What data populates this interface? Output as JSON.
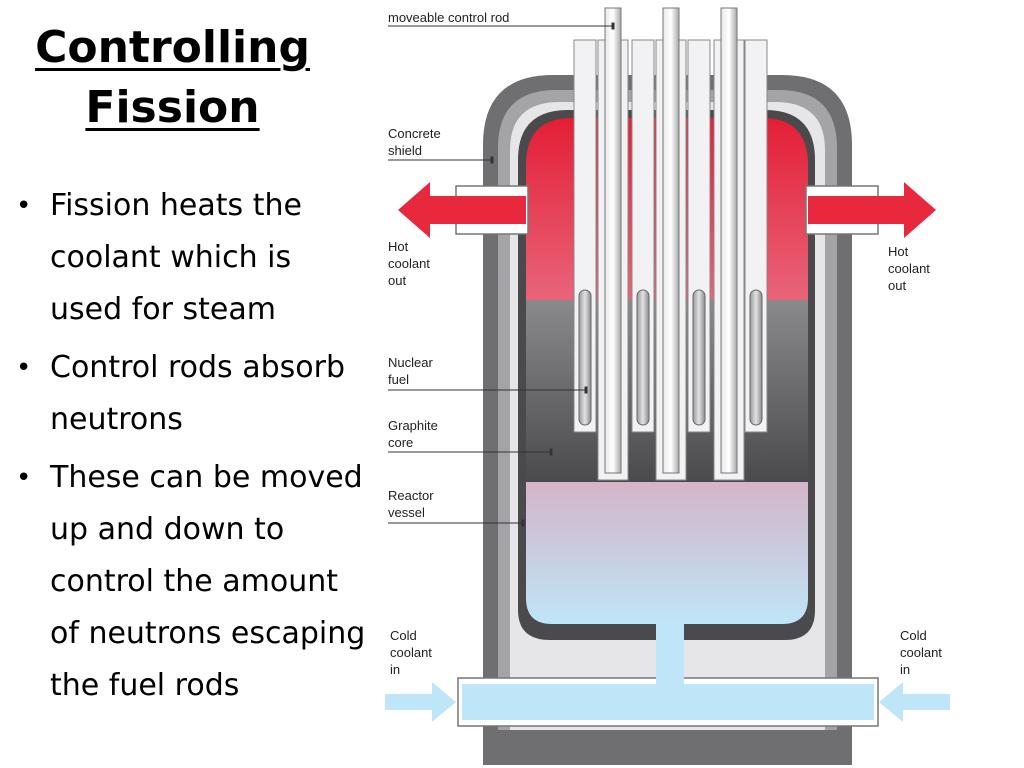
{
  "slide": {
    "title_line1": "Controlling",
    "title_line2": "Fission",
    "bullets": [
      "Fission heats the coolant which is used for steam",
      "Control rods absorb neutrons",
      "These can be moved up and down to control the amount of neutrons escaping the fuel rods"
    ]
  },
  "diagram": {
    "labels": {
      "control_rod": "moveable control rod",
      "concrete_1": "Concrete",
      "concrete_2": "shield",
      "hot_left_1": "Hot",
      "hot_left_2": "coolant",
      "hot_left_3": "out",
      "hot_right_1": "Hot",
      "hot_right_2": "coolant",
      "hot_right_3": "out",
      "fuel_1": "Nuclear",
      "fuel_2": "fuel",
      "graphite_1": "Graphite",
      "graphite_2": "core",
      "vessel_1": "Reactor",
      "vessel_2": "vessel",
      "cold_left_1": "Cold",
      "cold_left_2": "coolant",
      "cold_left_3": "in",
      "cold_right_1": "Cold",
      "cold_right_2": "coolant",
      "cold_right_3": "in"
    },
    "colors": {
      "hot": "#e8283c",
      "cold": "#bfe6f8",
      "graphite": "#5e5e60",
      "concrete": "#7c7c7e",
      "rod": "#c8c8ca"
    }
  }
}
